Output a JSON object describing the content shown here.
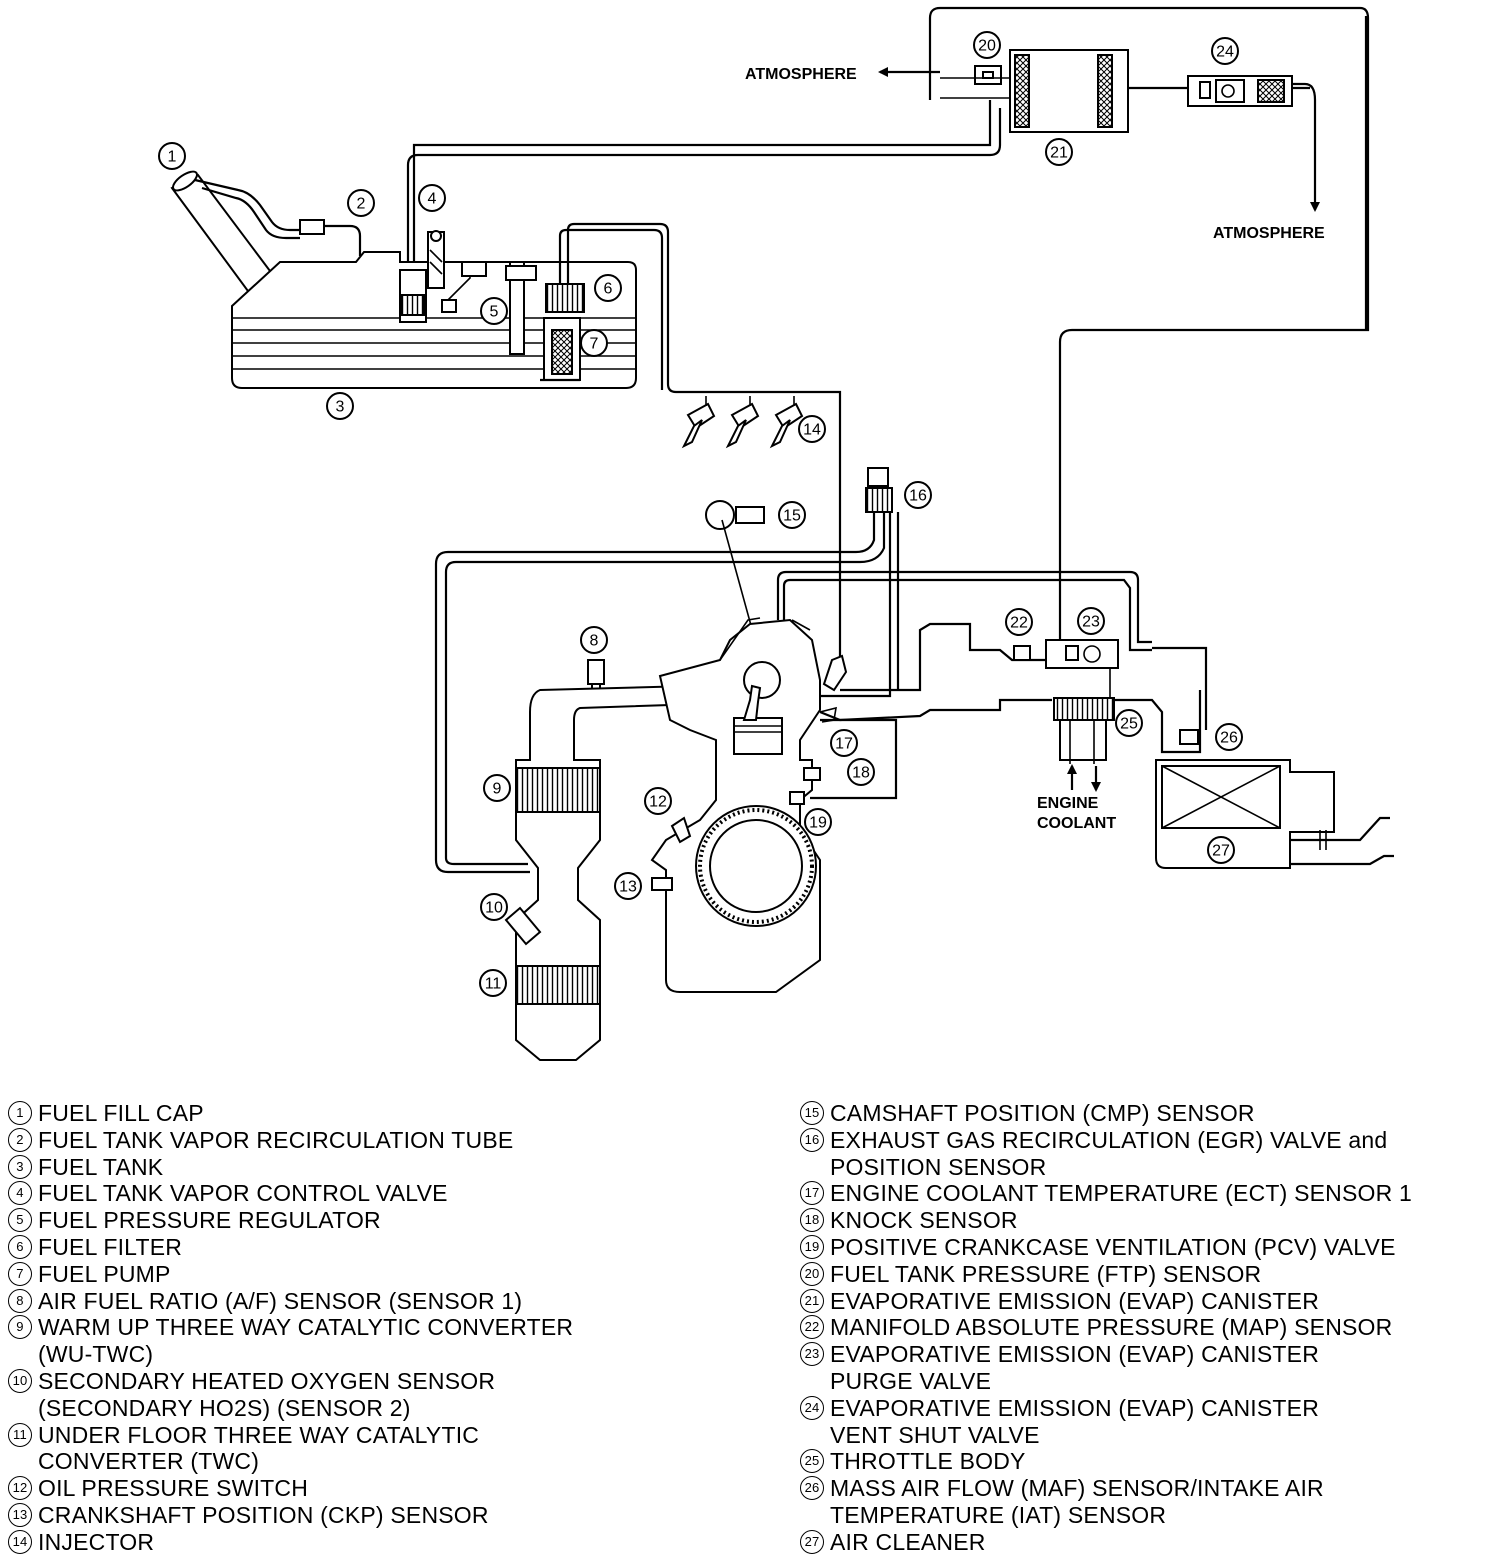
{
  "flow_labels": {
    "atmosphere_1": "ATMOSPHERE",
    "atmosphere_2": "ATMOSPHERE",
    "engine_coolant": "ENGINE\nCOOLANT"
  },
  "legend": [
    {
      "n": "1",
      "text": "FUEL FILL CAP"
    },
    {
      "n": "2",
      "text": "FUEL TANK VAPOR RECIRCULATION TUBE"
    },
    {
      "n": "3",
      "text": "FUEL TANK"
    },
    {
      "n": "4",
      "text": "FUEL TANK VAPOR CONTROL VALVE"
    },
    {
      "n": "5",
      "text": "FUEL PRESSURE REGULATOR"
    },
    {
      "n": "6",
      "text": "FUEL FILTER"
    },
    {
      "n": "7",
      "text": "FUEL PUMP"
    },
    {
      "n": "8",
      "text": "AIR FUEL RATIO (A/F) SENSOR (SENSOR 1)"
    },
    {
      "n": "9",
      "text": "WARM UP THREE WAY CATALYTIC CONVERTER\n(WU-TWC)"
    },
    {
      "n": "10",
      "text": "SECONDARY HEATED OXYGEN SENSOR\n(SECONDARY HO2S) (SENSOR 2)"
    },
    {
      "n": "11",
      "text": "UNDER FLOOR THREE WAY CATALYTIC\nCONVERTER (TWC)"
    },
    {
      "n": "12",
      "text": "OIL PRESSURE SWITCH"
    },
    {
      "n": "13",
      "text": "CRANKSHAFT POSITION (CKP) SENSOR"
    },
    {
      "n": "14",
      "text": "INJECTOR"
    },
    {
      "n": "15",
      "text": "CAMSHAFT POSITION (CMP) SENSOR"
    },
    {
      "n": "16",
      "text": "EXHAUST GAS RECIRCULATION (EGR) VALVE and\nPOSITION SENSOR"
    },
    {
      "n": "17",
      "text": "ENGINE COOLANT TEMPERATURE (ECT) SENSOR 1"
    },
    {
      "n": "18",
      "text": "KNOCK SENSOR"
    },
    {
      "n": "19",
      "text": "POSITIVE CRANKCASE VENTILATION (PCV) VALVE"
    },
    {
      "n": "20",
      "text": "FUEL TANK PRESSURE (FTP) SENSOR"
    },
    {
      "n": "21",
      "text": "EVAPORATIVE EMISSION (EVAP) CANISTER"
    },
    {
      "n": "22",
      "text": "MANIFOLD ABSOLUTE PRESSURE (MAP) SENSOR"
    },
    {
      "n": "23",
      "text": "EVAPORATIVE EMISSION (EVAP) CANISTER\nPURGE VALVE"
    },
    {
      "n": "24",
      "text": "EVAPORATIVE EMISSION (EVAP) CANISTER\nVENT SHUT VALVE"
    },
    {
      "n": "25",
      "text": "THROTTLE BODY"
    },
    {
      "n": "26",
      "text": "MASS AIR FLOW (MAF) SENSOR/INTAKE AIR\nTEMPERATURE (IAT) SENSOR"
    },
    {
      "n": "27",
      "text": "AIR CLEANER"
    }
  ]
}
